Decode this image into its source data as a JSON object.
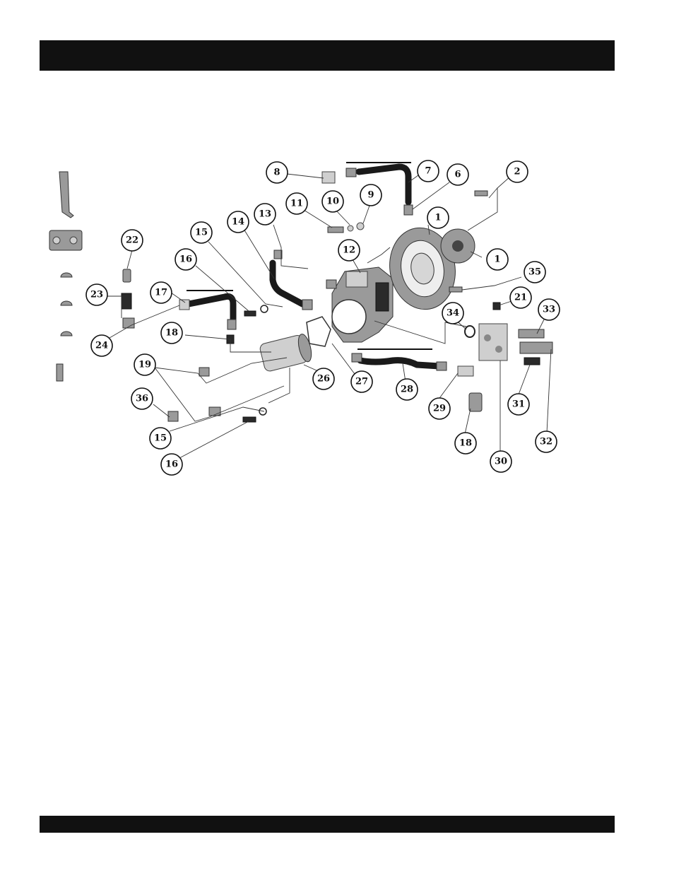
{
  "callouts": [
    {
      "id": "c1a",
      "label": "1"
    },
    {
      "id": "c1b",
      "label": "1"
    },
    {
      "id": "c2",
      "label": "2"
    },
    {
      "id": "c6",
      "label": "6"
    },
    {
      "id": "c7",
      "label": "7"
    },
    {
      "id": "c8",
      "label": "8"
    },
    {
      "id": "c9",
      "label": "9"
    },
    {
      "id": "c10",
      "label": "10"
    },
    {
      "id": "c11",
      "label": "11"
    },
    {
      "id": "c12",
      "label": "12"
    },
    {
      "id": "c13",
      "label": "13"
    },
    {
      "id": "c14",
      "label": "14"
    },
    {
      "id": "c15a",
      "label": "15"
    },
    {
      "id": "c15b",
      "label": "15"
    },
    {
      "id": "c16a",
      "label": "16"
    },
    {
      "id": "c16b",
      "label": "16"
    },
    {
      "id": "c17",
      "label": "17"
    },
    {
      "id": "c18a",
      "label": "18"
    },
    {
      "id": "c18b",
      "label": "18"
    },
    {
      "id": "c19",
      "label": "19"
    },
    {
      "id": "c21",
      "label": "21"
    },
    {
      "id": "c22",
      "label": "22"
    },
    {
      "id": "c23",
      "label": "23"
    },
    {
      "id": "c24",
      "label": "24"
    },
    {
      "id": "c26",
      "label": "26"
    },
    {
      "id": "c27",
      "label": "27"
    },
    {
      "id": "c28",
      "label": "28"
    },
    {
      "id": "c29",
      "label": "29"
    },
    {
      "id": "c30",
      "label": "30"
    },
    {
      "id": "c31",
      "label": "31"
    },
    {
      "id": "c32",
      "label": "32"
    },
    {
      "id": "c33",
      "label": "33"
    },
    {
      "id": "c34",
      "label": "34"
    },
    {
      "id": "c35",
      "label": "35"
    },
    {
      "id": "c36",
      "label": "36"
    }
  ]
}
